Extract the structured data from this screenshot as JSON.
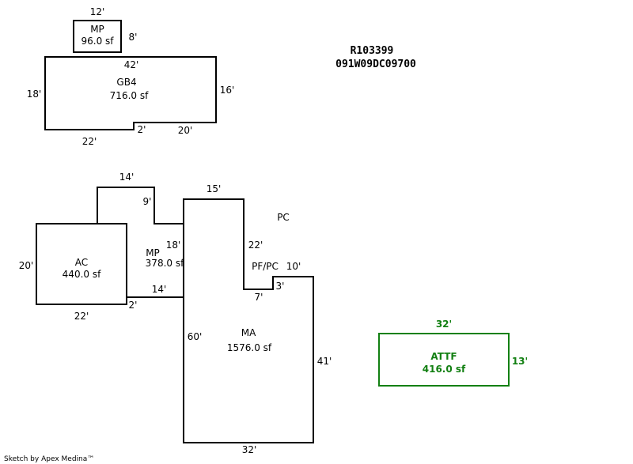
{
  "header": {
    "parcel_id": "R103399",
    "map_number": "091W09DC09700"
  },
  "credit": "Sketch by Apex Medina™",
  "areas": {
    "mp_top": {
      "code": "MP",
      "area": "96.0 sf",
      "colors": "#000000"
    },
    "gb4": {
      "code": "GB4",
      "area": "716.0 sf"
    },
    "ac": {
      "code": "AC",
      "area": "440.0 sf"
    },
    "mp_mid": {
      "code": "MP",
      "area": "378.0 sf"
    },
    "ma": {
      "code": "MA",
      "area": "1576.0 sf"
    },
    "attf": {
      "code": "ATTF",
      "area": "416.0 sf",
      "color": "#138013"
    }
  },
  "notes": {
    "pc": "PC",
    "pf_pc": "PF/PC"
  },
  "dimensions": {
    "mp_top_width": "12'",
    "mp_top_height": "8'",
    "gb4_top": "42'",
    "gb4_left": "18'",
    "gb4_right": "16'",
    "gb4_bottom_left": "22'",
    "gb4_step": "2'",
    "gb4_bottom_right": "20'",
    "mp_mid_top": "14'",
    "mp_mid_left": "9'",
    "mp_mid_right": "18'",
    "mp_mid_bottom": "14'",
    "ac_left": "20'",
    "ac_bottom": "22'",
    "ac_step": "2'",
    "ma_top": "15'",
    "ma_right_upper": "22'",
    "ma_notch_bottom": "7'",
    "ma_notch_side": "3'",
    "ma_notch_top": "10'",
    "ma_left": "60'",
    "ma_right": "41'",
    "ma_bottom": "32'",
    "attf_top": "32'",
    "attf_right": "13'"
  }
}
